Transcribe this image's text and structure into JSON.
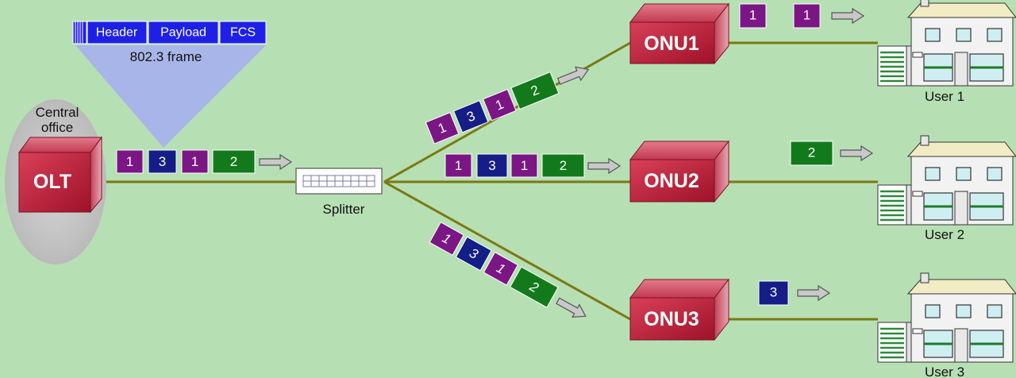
{
  "colors": {
    "background": "#b7dfb4",
    "fiber": "#7a7a12",
    "box_red": "#b01c34",
    "packet_purple": "#7b1685",
    "packet_navy": "#151d86",
    "packet_green": "#137a1c",
    "frame_blue": "#1f20e6",
    "frame_cone": "#a8b5e8"
  },
  "frame": {
    "fields": [
      "Header",
      "Payload",
      "FCS"
    ],
    "caption": "802.3 frame"
  },
  "central_office": {
    "label_line1": "Central",
    "label_line2": "office",
    "olt_label": "OLT"
  },
  "splitter": {
    "label": "Splitter"
  },
  "onus": [
    {
      "label": "ONU1"
    },
    {
      "label": "ONU2"
    },
    {
      "label": "ONU3"
    }
  ],
  "users": [
    {
      "label": "User 1",
      "delivered": [
        "1",
        "1"
      ]
    },
    {
      "label": "User 2",
      "delivered": [
        "2"
      ]
    },
    {
      "label": "User 3",
      "delivered": [
        "3"
      ]
    }
  ],
  "downstream": {
    "olt_stream": [
      "1",
      "3",
      "1",
      "2"
    ],
    "branch_onu1": [
      "1",
      "3",
      "1",
      "2"
    ],
    "branch_onu2": [
      "1",
      "3",
      "1",
      "2"
    ],
    "branch_onu3": [
      "1",
      "3",
      "1",
      "2"
    ]
  }
}
